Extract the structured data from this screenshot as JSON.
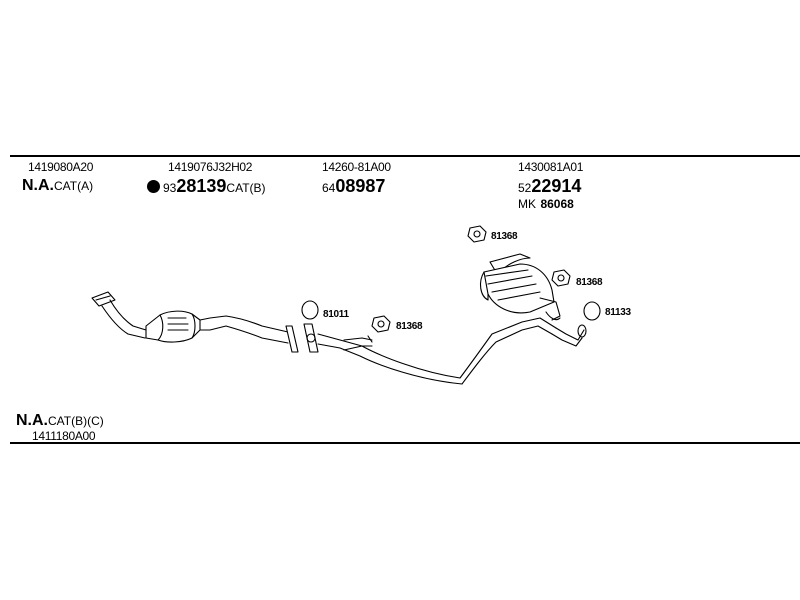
{
  "top_row": {
    "col1": {
      "part_no": "1419080A20",
      "code_prefix": "N.A.",
      "code_suffix": "CAT(A)"
    },
    "col2": {
      "part_no": "1419076J32H02",
      "prefix": "93",
      "number": "28139",
      "suffix": "CAT(B)"
    },
    "col3": {
      "part_no": "14260-81A00",
      "prefix": "64",
      "number": "08987"
    },
    "col4": {
      "part_no": "1430081A01",
      "prefix": "52",
      "number": "22914",
      "mk_prefix": "MK",
      "mk_number": "86068"
    }
  },
  "callouts": {
    "c1": "81368",
    "c2": "81368",
    "c3": "81011",
    "c4": "81368",
    "c5": "81133"
  },
  "bottom_row": {
    "code_prefix": "N.A.",
    "code_suffix": "CAT(B)(C)",
    "part_no": "1411180A00"
  }
}
